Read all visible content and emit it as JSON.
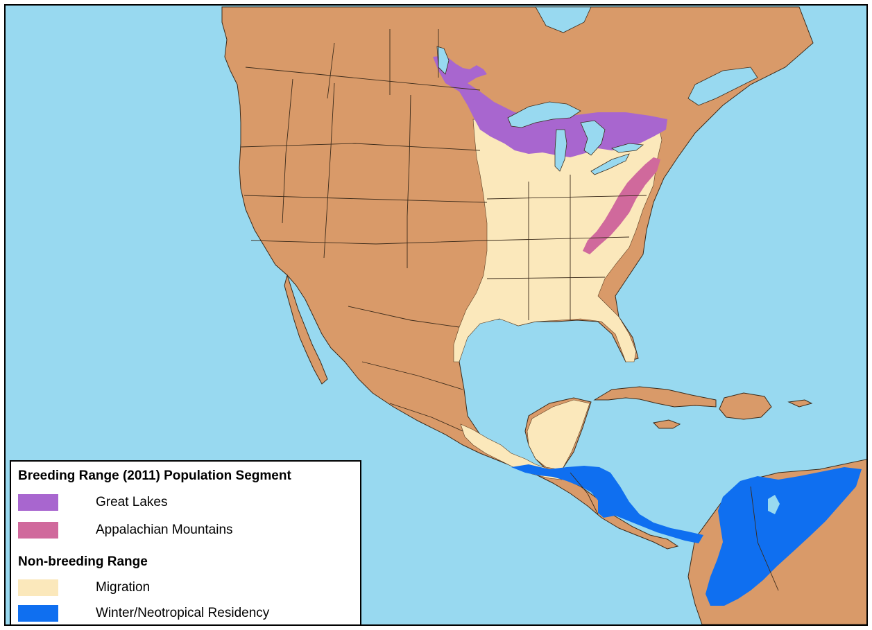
{
  "map": {
    "colors": {
      "ocean": "#98d9f0",
      "land": "#d99a69",
      "border": "#3a2a1a",
      "great_lakes": "#a866cf",
      "appalachian": "#d0699c",
      "migration": "#fbe8bb",
      "winter": "#0f6ff0"
    }
  },
  "legend": {
    "breeding_heading": "Breeding Range (2011) Population Segment",
    "nonbreeding_heading": "Non-breeding Range",
    "items": [
      {
        "label": "Great Lakes",
        "color": "#a866cf"
      },
      {
        "label": "Appalachian Mountains",
        "color": "#d0699c"
      },
      {
        "label": "Migration",
        "color": "#fbe8bb"
      },
      {
        "label": "Winter/Neotropical Residency",
        "color": "#0f6ff0"
      }
    ]
  }
}
